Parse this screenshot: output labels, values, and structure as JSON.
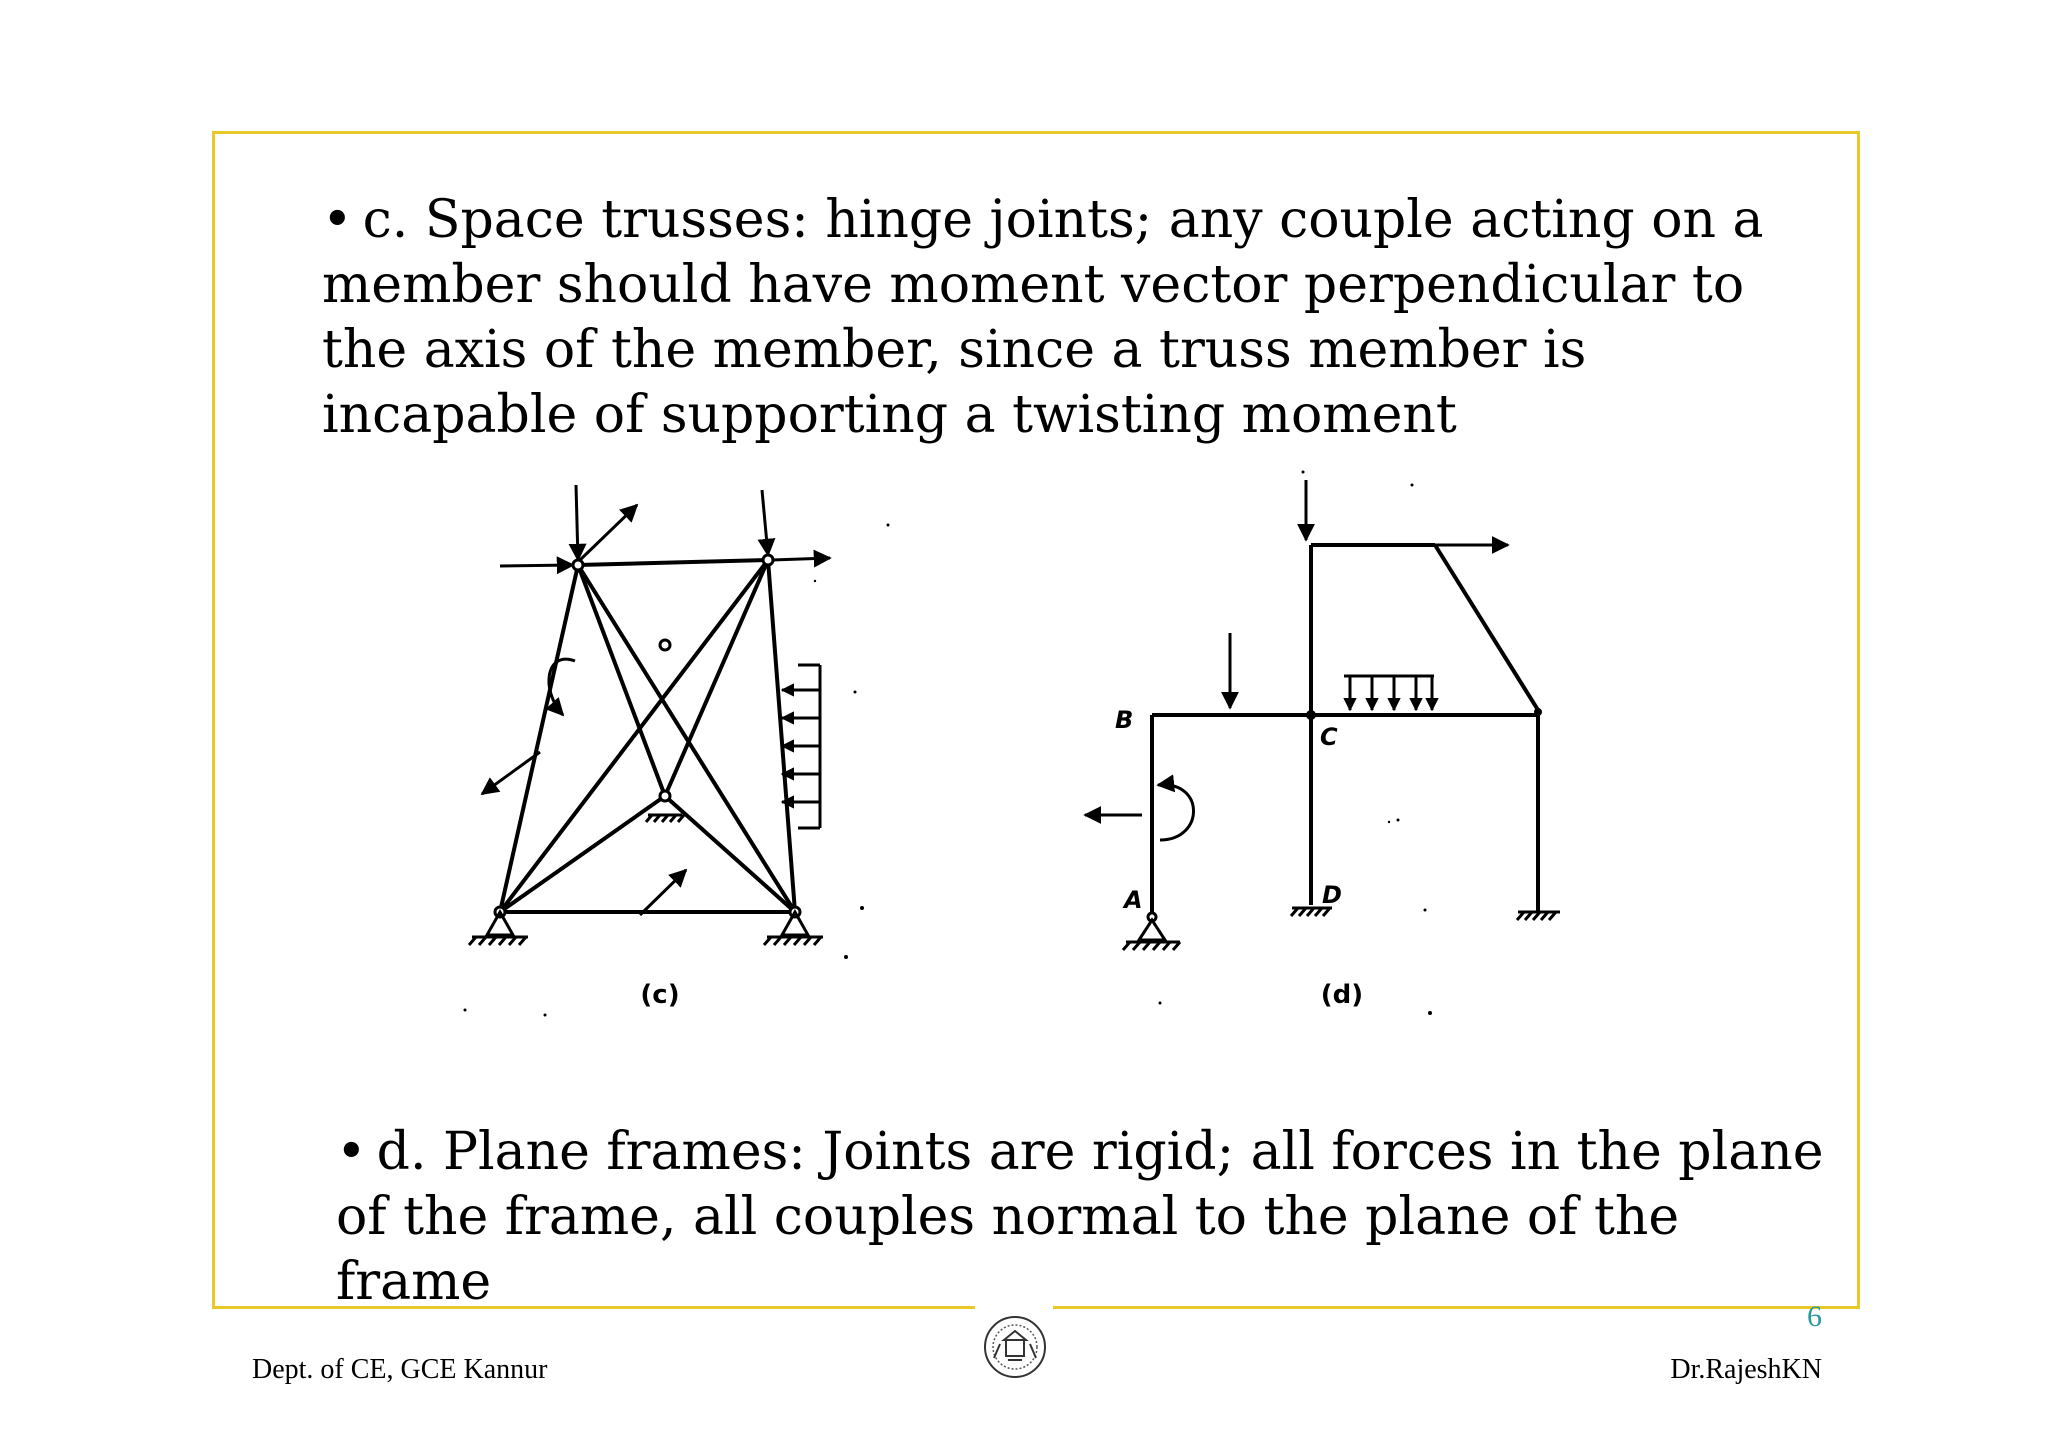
{
  "slide": {
    "bullet": "•",
    "paragraph_1": "c. Space trusses:  hinge joints; any couple acting on a member should have moment vector perpendicular to the axis of the member, since a truss member is incapable of supporting a twisting moment",
    "paragraph_2": "d. Plane frames:  Joints are rigid; all forces in the plane of the frame, all couples normal to the plane of the frame",
    "page_number": "6"
  },
  "figures": {
    "c": {
      "caption": "(c)"
    },
    "d": {
      "caption": "(d)",
      "labels": {
        "b": "B",
        "c": "C",
        "a": "A",
        "d": "D"
      }
    }
  },
  "footer": {
    "left": "Dept. of CE, GCE Kannur",
    "right": "Dr.RajeshKN",
    "logo_icon": "college-seal-icon"
  },
  "colors": {
    "border": "#e9c82a",
    "page_number": "#2a9aa0"
  }
}
